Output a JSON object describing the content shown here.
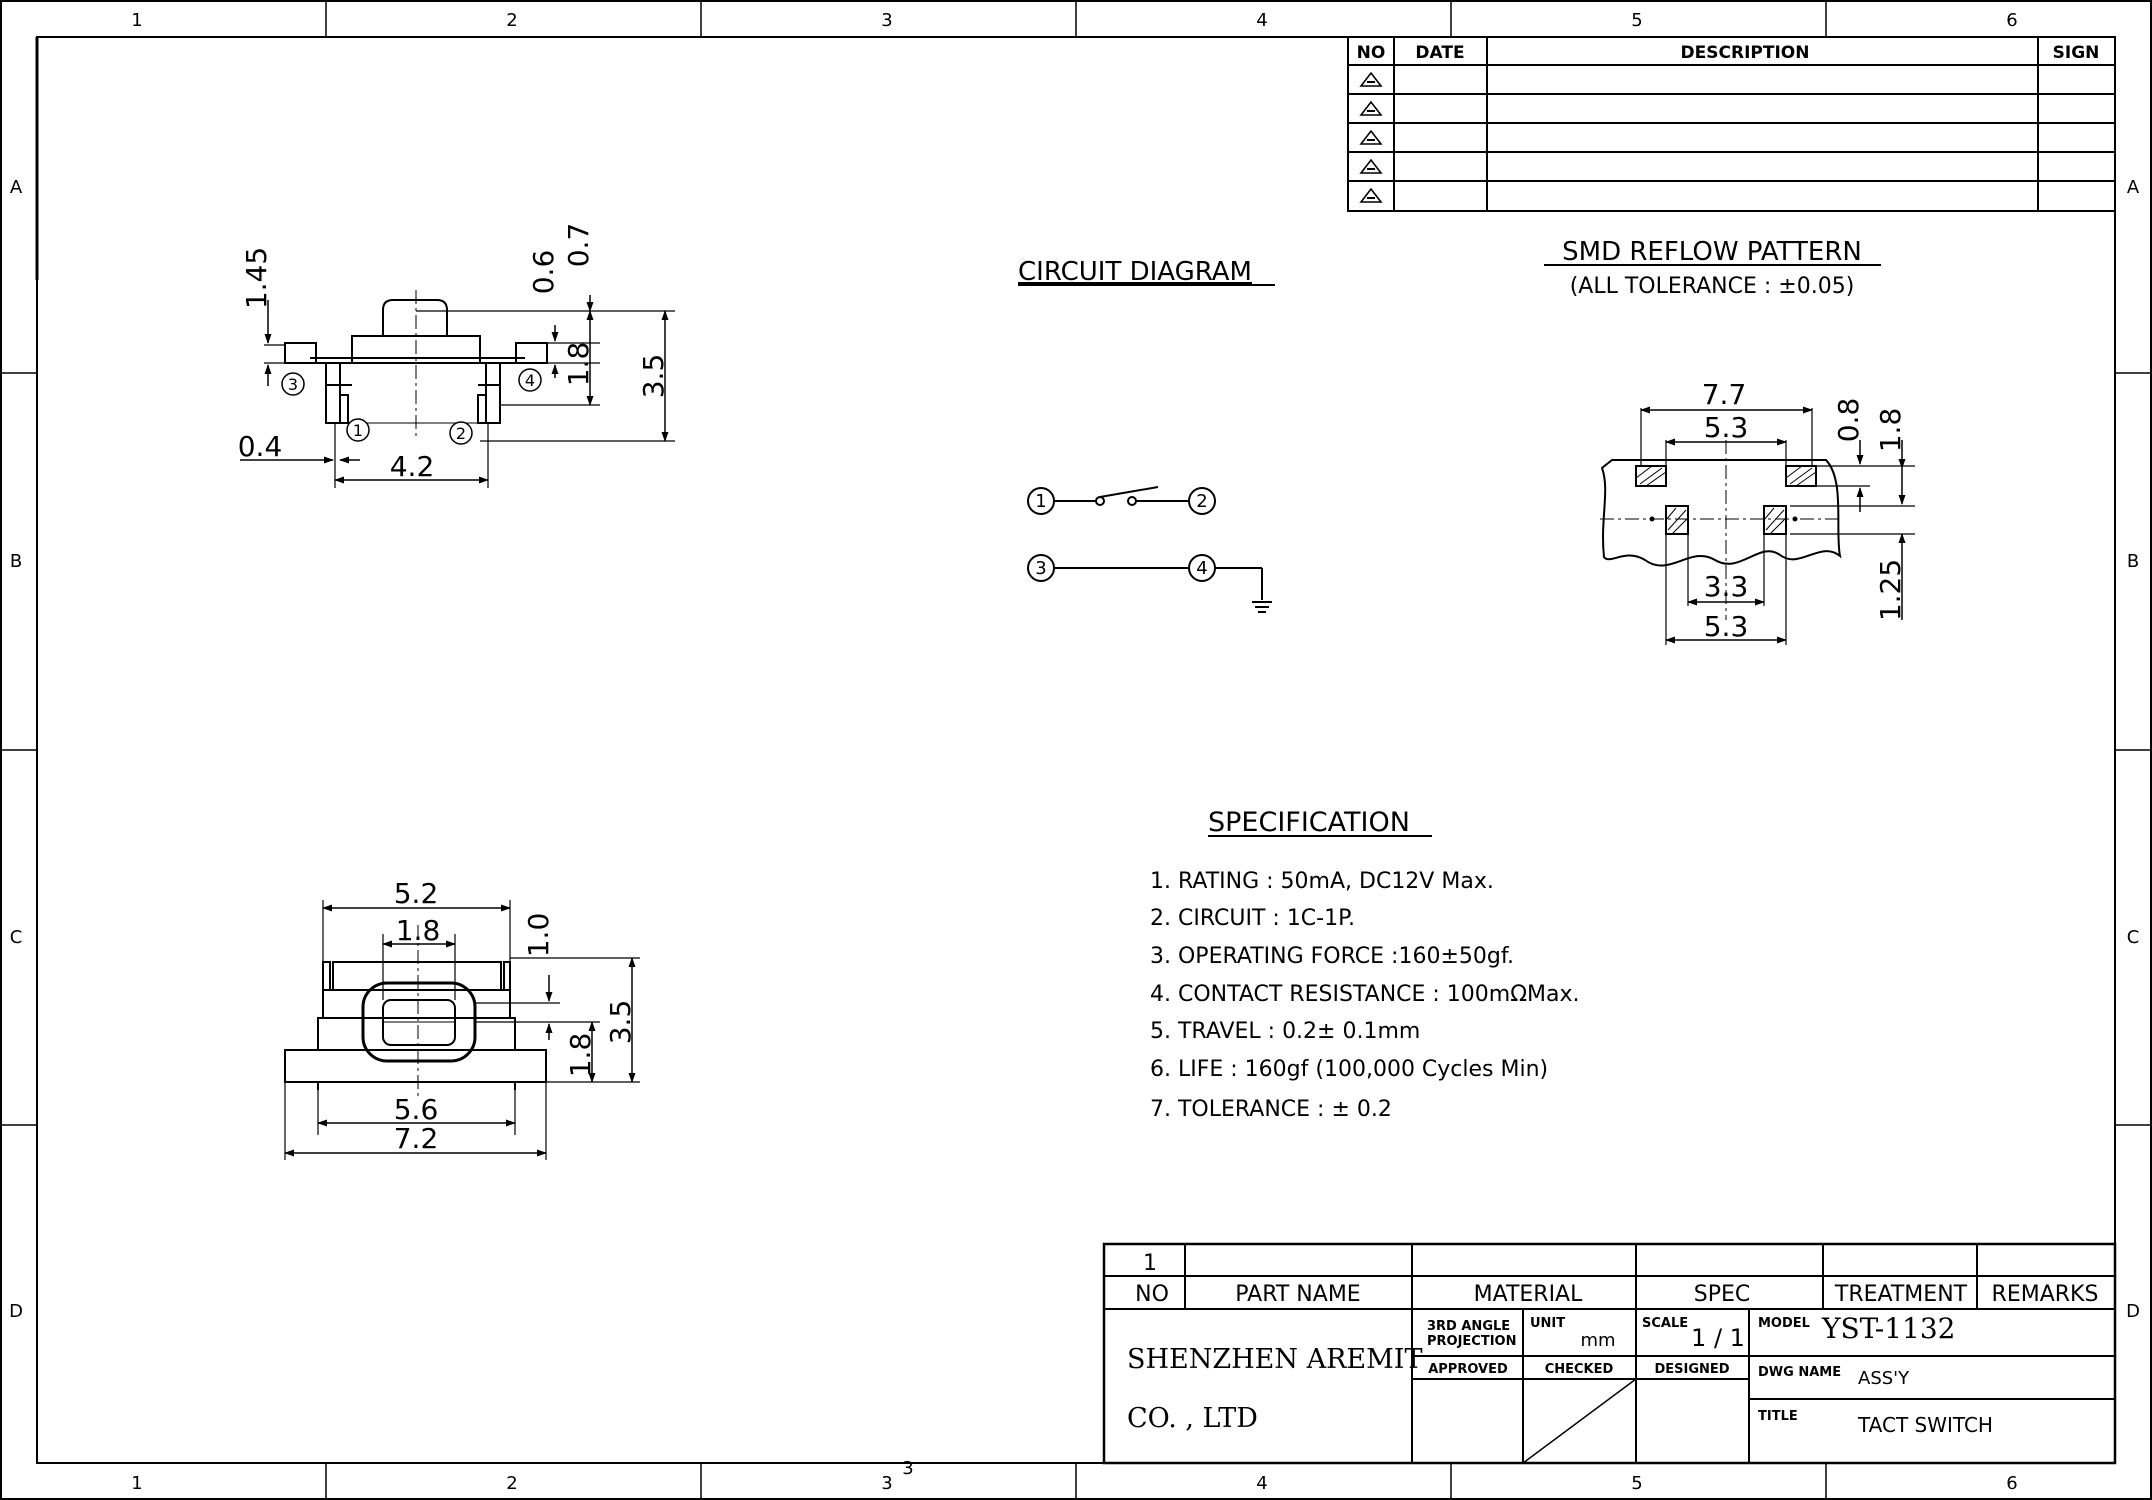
{
  "border": {
    "columns": [
      "1",
      "2",
      "3",
      "4",
      "5",
      "6"
    ],
    "rows": [
      "A",
      "B",
      "C",
      "D"
    ],
    "stray_mark": "3"
  },
  "revision_table": {
    "headers": [
      "NO",
      "DATE",
      "DESCRIPTION",
      "SIGN"
    ],
    "row_count": 5,
    "row_symbol": "triangle-revision-icon"
  },
  "side_view": {
    "dims": {
      "left_top": "1.45",
      "top_a": "0.6",
      "top_b": "0.7",
      "height_small": "1.8",
      "height_total": "3.5",
      "lead_offset": "0.4",
      "lead_pitch": "4.2"
    },
    "pins": [
      "1",
      "2",
      "3",
      "4"
    ]
  },
  "circuit": {
    "title": "CIRCUIT DIAGRAM",
    "pins": [
      "1",
      "2",
      "3",
      "4"
    ]
  },
  "reflow": {
    "title": "SMD REFLOW PATTERN",
    "subtitle": "(ALL TOLERANCE : ±0.05)",
    "dims": {
      "outer_width": "7.7",
      "inner_width_top": "5.3",
      "pad_small": "0.8",
      "pad_span": "1.8",
      "inner_bottom": "3.3",
      "outer_bottom": "5.3",
      "vertical_gap": "1.25"
    }
  },
  "top_view": {
    "dims": {
      "top_width": "5.2",
      "actuator_width": "1.8",
      "actuator_offset": "1.0",
      "height_total": "3.5",
      "height_small": "1.8",
      "lead_inner": "5.6",
      "lead_outer": "7.2"
    }
  },
  "specification": {
    "title": "SPECIFICATION",
    "items": [
      "1. RATING : 50mA, DC12V Max.",
      "2. CIRCUIT : 1C-1P.",
      "3. OPERATING  FORCE :160±50gf.",
      "4. CONTACT  RESISTANCE : 100mΩMax.",
      "5. TRAVEL : 0.2± 0.1mm",
      "6. LIFE : 160gf (100,000 Cycles Min)",
      "7. TOLERANCE : ± 0.2"
    ]
  },
  "title_block": {
    "row_number": "1",
    "headers": {
      "no": "NO",
      "part_name": "PART NAME",
      "material": "MATERIAL",
      "spec": "SPEC",
      "treatment": "TREATMENT",
      "remarks": "REMARKS"
    },
    "company_line1": "SHENZHEN AREMIT",
    "company_line2": "CO. , LTD",
    "projection_line1": "3RD ANGLE",
    "projection_line2": "PROJECTION",
    "unit_label": "UNIT",
    "unit_value": "mm",
    "scale_label": "SCALE",
    "scale_value": "1 / 1",
    "model_label": "MODEL",
    "model_value": "YST-1132",
    "approved_label": "APPROVED",
    "checked_label": "CHECKED",
    "designed_label": "DESIGNED",
    "dwg_name_label": "DWG NAME",
    "dwg_name_value": "ASS'Y",
    "title_label": "TITLE",
    "title_value": "TACT SWITCH"
  }
}
